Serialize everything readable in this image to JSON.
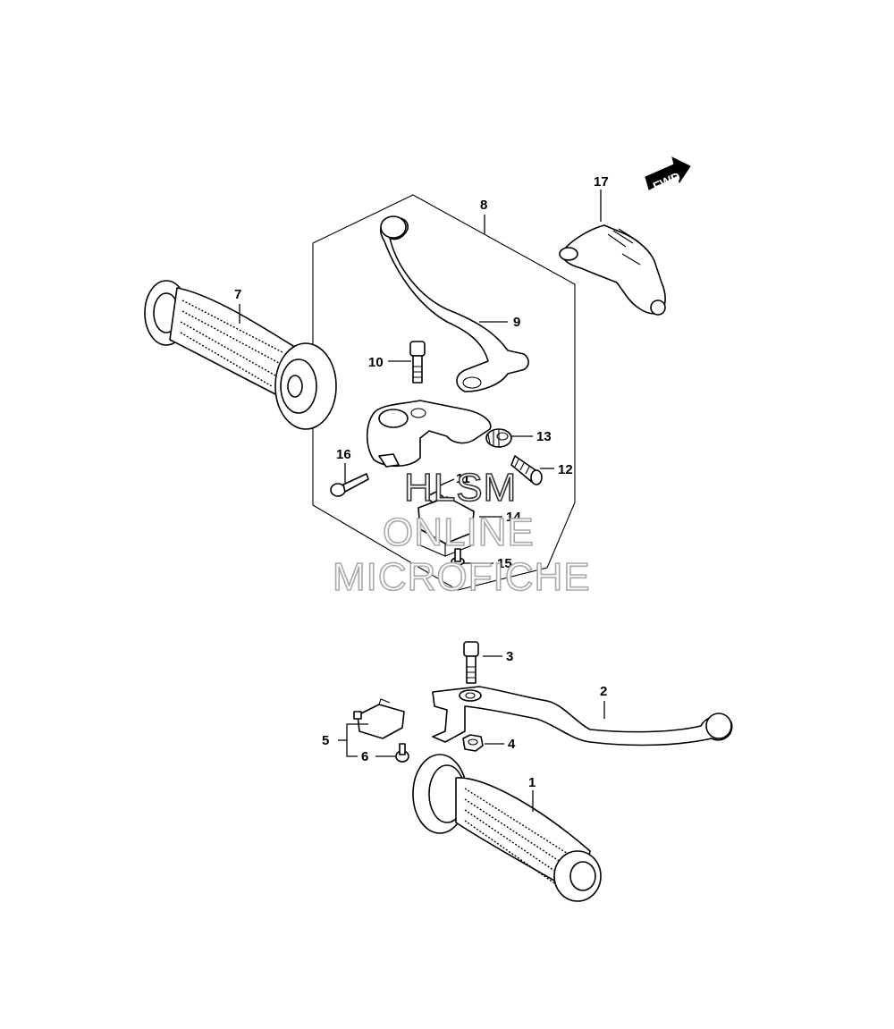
{
  "callouts": {
    "c1": "1",
    "c2": "2",
    "c3": "3",
    "c4": "4",
    "c5": "5",
    "c6": "6",
    "c7": "7",
    "c8": "8",
    "c9": "9",
    "c10": "10",
    "c11": "11",
    "c12": "12",
    "c13": "13",
    "c14": "14",
    "c15": "15",
    "c16": "16",
    "c17": "17"
  },
  "fwd_label": "FWD",
  "watermark": {
    "line1": "HLSM",
    "line2": "ONLINE",
    "line3": "MICROFICHE"
  },
  "colors": {
    "line": "#000000",
    "watermark_stroke": "#a9a9a9",
    "background": "#ffffff"
  },
  "icons": {
    "fwd": "forward-direction-arrow-icon"
  }
}
